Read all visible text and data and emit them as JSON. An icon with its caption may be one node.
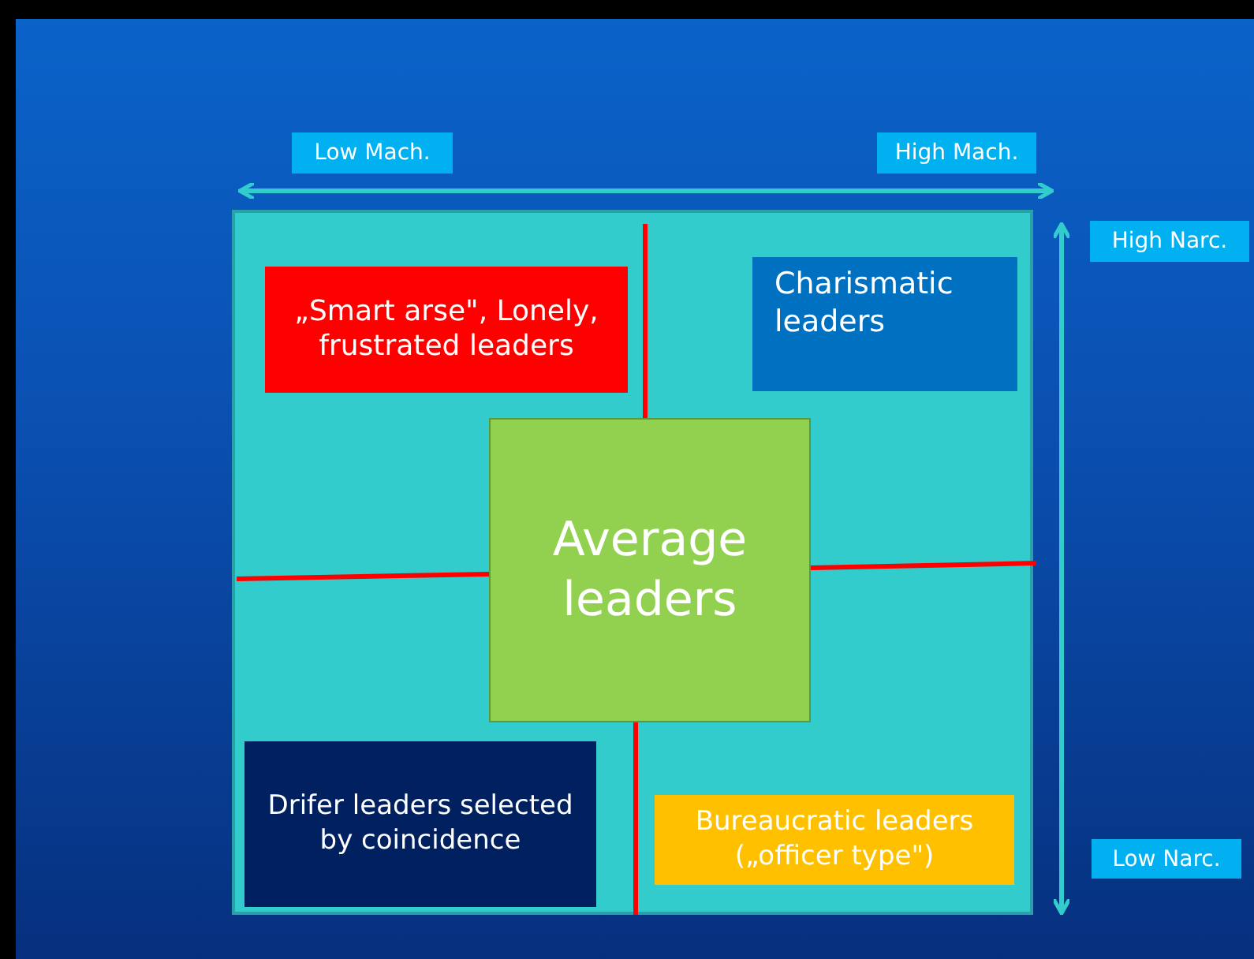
{
  "diagram": {
    "nodes": [
      {
        "text": [],
        "shape": "box"
      },
      {
        "text": [
          "„Smart arse\", Lonely, frustrated leaders"
        ],
        "in": 0
      },
      {
        "text": [
          "Charismatic leaders"
        ],
        "in": 0
      },
      {
        "text": [
          "Average leaders"
        ],
        "in": 0
      },
      {
        "text": [
          "Drifer leaders selected by coincidence"
        ],
        "in": 0
      },
      {
        "text": [
          "Bureaucratic leaders („officer type\")"
        ],
        "in": 0
      }
    ],
    "edges": [],
    "labels": [
      "Low Mach.",
      "High Mach.",
      "High Narc.",
      "Low Narc."
    ]
  }
}
